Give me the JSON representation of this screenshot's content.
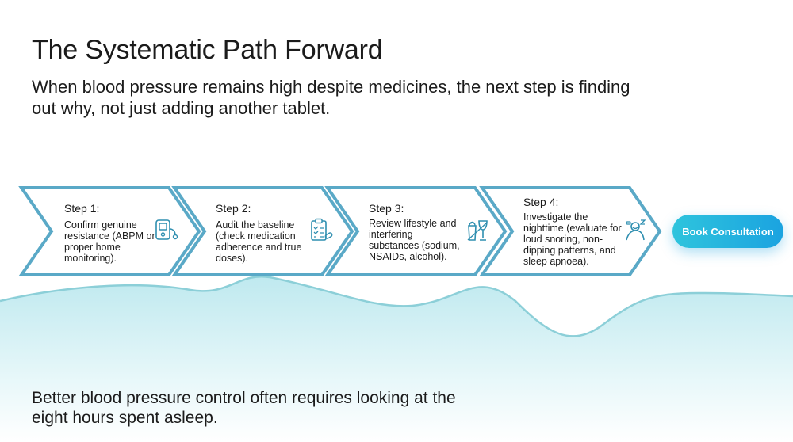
{
  "title": "The Systematic Path Forward",
  "subtitle": "When blood pressure remains high despite medicines, the next step is finding out why, not just adding another tablet.",
  "steps": [
    {
      "title": "Step 1:",
      "text": "Confirm genuine resistance (ABPM or proper home monitoring).",
      "icon": "blood-pressure-monitor-icon"
    },
    {
      "title": "Step 2:",
      "text": "Audit the baseline (check medication adherence and true doses).",
      "icon": "clipboard-checklist-icon"
    },
    {
      "title": "Step 3:",
      "text": "Review lifestyle and interfering substances (sodium, NSAIDs, alcohol).",
      "icon": "salt-and-wine-icon"
    },
    {
      "title": "Step 4:",
      "text": "Investigate the nighttime (evaluate for loud snoring, non-dipping patterns, and sleep apnoea).",
      "icon": "sleeping-person-icon"
    }
  ],
  "cta_label": "Book Consultation",
  "footer": "Better blood pressure control often requires looking at the eight hours spent asleep.",
  "colors": {
    "chevron_stroke": "#5aa9c7",
    "wave_fill": "#cdeef2",
    "wave_line": "#8ccfd8",
    "cta_start": "#2ec4dd",
    "cta_end": "#1ba3e0"
  }
}
